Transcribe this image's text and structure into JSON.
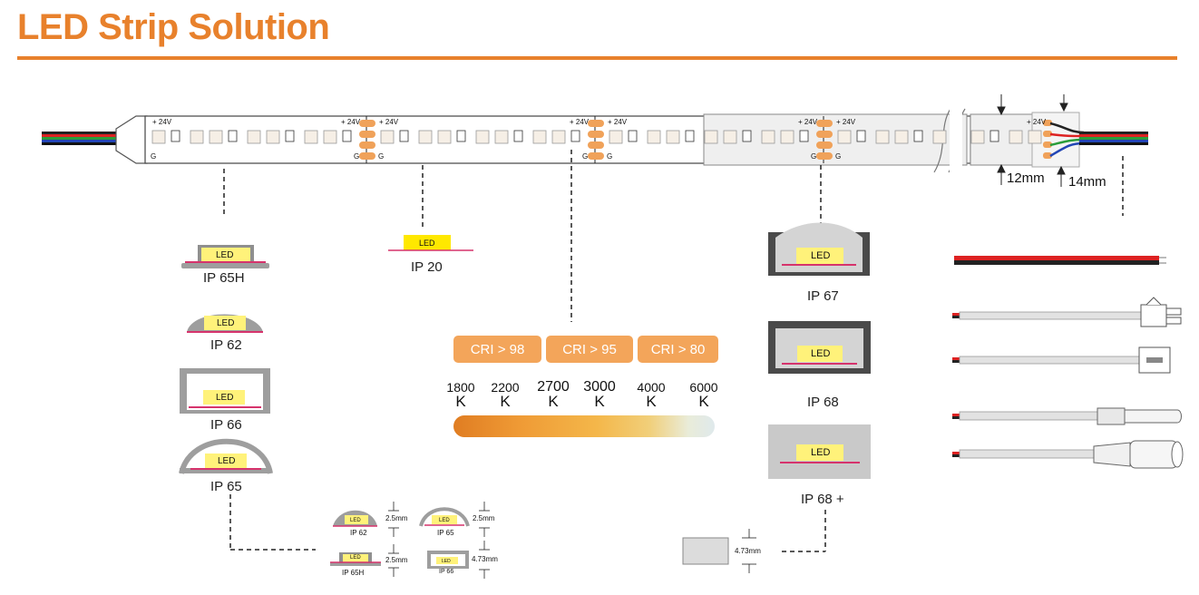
{
  "title": "LED Strip Solution",
  "colors": {
    "accent": "#e8812c",
    "cri_badge": "#f3a55a",
    "led_yellow": "#fff27a",
    "pcb_pink": "#d6336c",
    "housing_grey": "#9e9e9e",
    "dark_grey": "#4a4a4a"
  },
  "strip": {
    "voltage_label": "+ 24V",
    "ground_label": "G",
    "width_label": "12mm",
    "width_label_2": "14mm"
  },
  "led_label": "LED",
  "ip_types": {
    "ip65h": "IP 65H",
    "ip20": "IP 20",
    "ip62": "IP 62",
    "ip66": "IP 66",
    "ip65": "IP 65",
    "ip67": "IP 67",
    "ip68": "IP 68",
    "ip68plus": "IP 68 +"
  },
  "cri": [
    "CRI > 98",
    "CRI > 95",
    "CRI > 80"
  ],
  "cct": [
    {
      "value": "1800",
      "unit": "K"
    },
    {
      "value": "2200",
      "unit": "K"
    },
    {
      "value": "2700",
      "unit": "K"
    },
    {
      "value": "3000",
      "unit": "K"
    },
    {
      "value": "4000",
      "unit": "K"
    },
    {
      "value": "6000",
      "unit": "K"
    }
  ],
  "detail": {
    "ip62": "IP 62",
    "ip65": "IP 65",
    "ip65h": "IP 65H",
    "ip66": "IP 66",
    "h_ip62": "2.5mm",
    "h_ip65": "2.5mm",
    "h_ip65h": "2.5mm",
    "h_ip66": "4.73mm",
    "h_ip68plus": "4.73mm"
  },
  "connectors": [
    "bare-wire",
    "jst-male",
    "jst-female",
    "dc-male",
    "dc-female"
  ]
}
